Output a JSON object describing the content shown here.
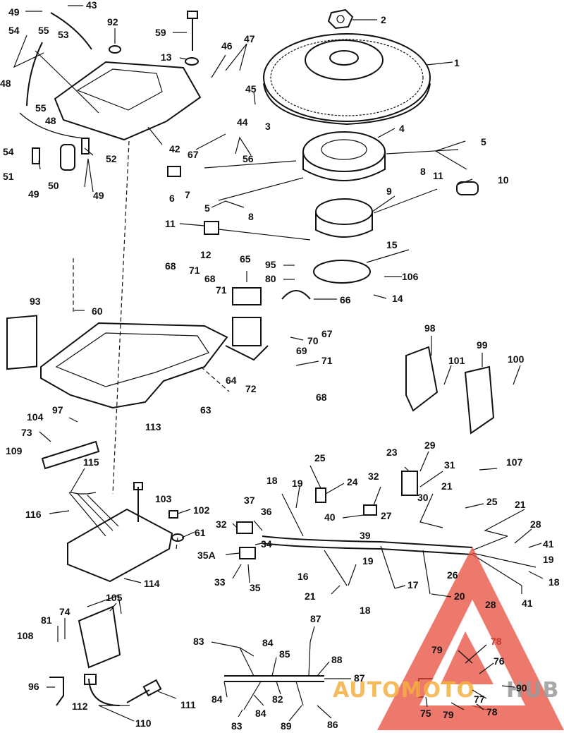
{
  "diagram": {
    "labels": [
      {
        "id": "l49a",
        "text": "49"
      },
      {
        "id": "l43",
        "text": "43"
      },
      {
        "id": "l92",
        "text": "92"
      },
      {
        "id": "l59",
        "text": "59"
      },
      {
        "id": "l2",
        "text": "2"
      },
      {
        "id": "l1",
        "text": "1"
      },
      {
        "id": "l54a",
        "text": "54"
      },
      {
        "id": "l55a",
        "text": "55"
      },
      {
        "id": "l53",
        "text": "53"
      },
      {
        "id": "l13",
        "text": "13"
      },
      {
        "id": "l46",
        "text": "46"
      },
      {
        "id": "l47",
        "text": "47"
      },
      {
        "id": "l48a",
        "text": "48"
      },
      {
        "id": "l45",
        "text": "45"
      },
      {
        "id": "l55b",
        "text": "55"
      },
      {
        "id": "l48b",
        "text": "48"
      },
      {
        "id": "l44",
        "text": "44"
      },
      {
        "id": "l3",
        "text": "3"
      },
      {
        "id": "l4",
        "text": "4"
      },
      {
        "id": "l5a",
        "text": "5"
      },
      {
        "id": "l54b",
        "text": "54"
      },
      {
        "id": "l42",
        "text": "42"
      },
      {
        "id": "l52",
        "text": "52"
      },
      {
        "id": "l67a",
        "text": "67"
      },
      {
        "id": "l56",
        "text": "56"
      },
      {
        "id": "l8a",
        "text": "8"
      },
      {
        "id": "l11a",
        "text": "11"
      },
      {
        "id": "l51",
        "text": "51"
      },
      {
        "id": "l50",
        "text": "50"
      },
      {
        "id": "l49b",
        "text": "49"
      },
      {
        "id": "l49c",
        "text": "49"
      },
      {
        "id": "l6",
        "text": "6"
      },
      {
        "id": "l7",
        "text": "7"
      },
      {
        "id": "l10",
        "text": "10"
      },
      {
        "id": "l9",
        "text": "9"
      },
      {
        "id": "l5b",
        "text": "5"
      },
      {
        "id": "l8b",
        "text": "8"
      },
      {
        "id": "l11b",
        "text": "11"
      },
      {
        "id": "l12",
        "text": "12"
      },
      {
        "id": "l15",
        "text": "15"
      },
      {
        "id": "l65",
        "text": "65"
      },
      {
        "id": "l95",
        "text": "95"
      },
      {
        "id": "l68a",
        "text": "68"
      },
      {
        "id": "l71a",
        "text": "71"
      },
      {
        "id": "l68b",
        "text": "68"
      },
      {
        "id": "l80",
        "text": "80"
      },
      {
        "id": "l106",
        "text": "106"
      },
      {
        "id": "l71b",
        "text": "71"
      },
      {
        "id": "l14",
        "text": "14"
      },
      {
        "id": "l93",
        "text": "93"
      },
      {
        "id": "l60",
        "text": "60"
      },
      {
        "id": "l66",
        "text": "66"
      },
      {
        "id": "l67b",
        "text": "67"
      },
      {
        "id": "l98",
        "text": "98"
      },
      {
        "id": "l70",
        "text": "70"
      },
      {
        "id": "l99",
        "text": "99"
      },
      {
        "id": "l69",
        "text": "69"
      },
      {
        "id": "l101",
        "text": "101"
      },
      {
        "id": "l100",
        "text": "100"
      },
      {
        "id": "l71c",
        "text": "71"
      },
      {
        "id": "l64",
        "text": "64"
      },
      {
        "id": "l72",
        "text": "72"
      },
      {
        "id": "l68c",
        "text": "68"
      },
      {
        "id": "l63",
        "text": "63"
      },
      {
        "id": "l113",
        "text": "113"
      },
      {
        "id": "l97",
        "text": "97"
      },
      {
        "id": "l104",
        "text": "104"
      },
      {
        "id": "l73",
        "text": "73"
      },
      {
        "id": "l109",
        "text": "109"
      },
      {
        "id": "l115",
        "text": "115"
      },
      {
        "id": "l25a",
        "text": "25"
      },
      {
        "id": "l23",
        "text": "23"
      },
      {
        "id": "l29",
        "text": "29"
      },
      {
        "id": "l31",
        "text": "31"
      },
      {
        "id": "l107",
        "text": "107"
      },
      {
        "id": "l32a",
        "text": "32"
      },
      {
        "id": "l18a",
        "text": "18"
      },
      {
        "id": "l19a",
        "text": "19"
      },
      {
        "id": "l24",
        "text": "24"
      },
      {
        "id": "l21a",
        "text": "21"
      },
      {
        "id": "l103",
        "text": "103"
      },
      {
        "id": "l30",
        "text": "30"
      },
      {
        "id": "l25b",
        "text": "25"
      },
      {
        "id": "l116",
        "text": "116"
      },
      {
        "id": "l37",
        "text": "37"
      },
      {
        "id": "l36",
        "text": "36"
      },
      {
        "id": "l102",
        "text": "102"
      },
      {
        "id": "l40",
        "text": "40"
      },
      {
        "id": "l27",
        "text": "27"
      },
      {
        "id": "l21b",
        "text": "21"
      },
      {
        "id": "l32b",
        "text": "32"
      },
      {
        "id": "l61",
        "text": "61"
      },
      {
        "id": "l39",
        "text": "39"
      },
      {
        "id": "l28a",
        "text": "28"
      },
      {
        "id": "l34",
        "text": "34"
      },
      {
        "id": "l41a",
        "text": "41"
      },
      {
        "id": "l35a",
        "text": "35A"
      },
      {
        "id": "l19b",
        "text": "19"
      },
      {
        "id": "l19c",
        "text": "19"
      },
      {
        "id": "l16",
        "text": "16"
      },
      {
        "id": "l26",
        "text": "26"
      },
      {
        "id": "l18b",
        "text": "18"
      },
      {
        "id": "l33",
        "text": "33"
      },
      {
        "id": "l35",
        "text": "35"
      },
      {
        "id": "l114",
        "text": "114"
      },
      {
        "id": "l17",
        "text": "17"
      },
      {
        "id": "l21c",
        "text": "21"
      },
      {
        "id": "l20",
        "text": "20"
      },
      {
        "id": "l18c",
        "text": "18"
      },
      {
        "id": "l28b",
        "text": "28"
      },
      {
        "id": "l41b",
        "text": "41"
      },
      {
        "id": "l105",
        "text": "105"
      },
      {
        "id": "l81",
        "text": "81"
      },
      {
        "id": "l74",
        "text": "74"
      },
      {
        "id": "l87a",
        "text": "87"
      },
      {
        "id": "l108",
        "text": "108"
      },
      {
        "id": "l83a",
        "text": "83"
      },
      {
        "id": "l84a",
        "text": "84"
      },
      {
        "id": "l85",
        "text": "85"
      },
      {
        "id": "l88",
        "text": "88"
      },
      {
        "id": "l78a",
        "text": "78"
      },
      {
        "id": "l79a",
        "text": "79"
      },
      {
        "id": "l76",
        "text": "76"
      },
      {
        "id": "l87b",
        "text": "87"
      },
      {
        "id": "l96",
        "text": "96"
      },
      {
        "id": "l84b",
        "text": "84"
      },
      {
        "id": "l82",
        "text": "82"
      },
      {
        "id": "l77",
        "text": "77"
      },
      {
        "id": "l90",
        "text": "90"
      },
      {
        "id": "l112",
        "text": "112"
      },
      {
        "id": "l111",
        "text": "111"
      },
      {
        "id": "l84c",
        "text": "84"
      },
      {
        "id": "l75",
        "text": "75"
      },
      {
        "id": "l79b",
        "text": "79"
      },
      {
        "id": "l78b",
        "text": "78"
      },
      {
        "id": "l110",
        "text": "110"
      },
      {
        "id": "l83b",
        "text": "83"
      },
      {
        "id": "l89",
        "text": "89"
      },
      {
        "id": "l86",
        "text": "86"
      }
    ]
  },
  "watermark": {
    "text_left": "AUTOMOTO",
    "text_right": "HUB",
    "color_orange": "#f5b041",
    "color_red": "#e74c3c",
    "color_gray": "#9a9a9a"
  }
}
